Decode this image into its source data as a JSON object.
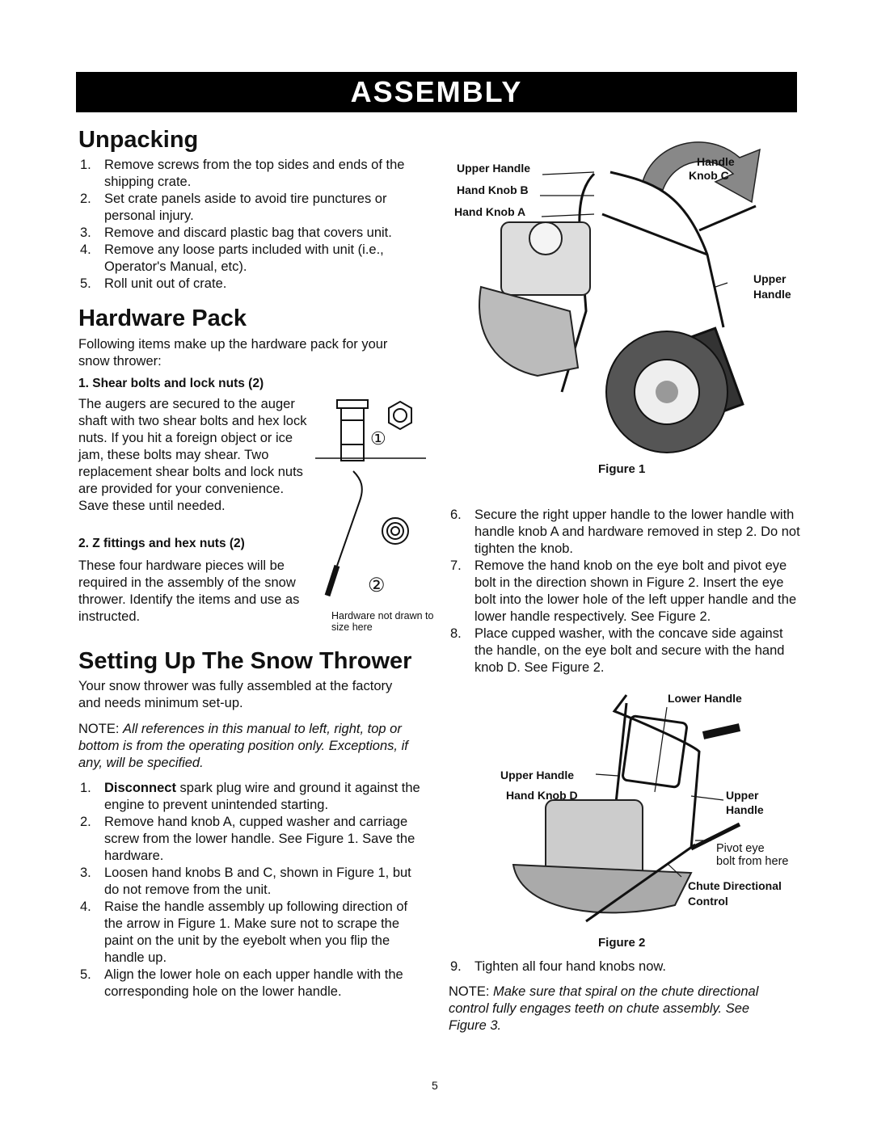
{
  "banner": "ASSEMBLY",
  "unpacking": {
    "title": "Unpacking",
    "items": [
      {
        "num": "1.",
        "text": "Remove screws from the top sides and ends of the shipping crate."
      },
      {
        "num": "2.",
        "text": "Set crate panels aside to avoid tire punctures or personal injury."
      },
      {
        "num": "3.",
        "text": "Remove and discard plastic bag that covers unit."
      },
      {
        "num": "4.",
        "text": "Remove any loose parts included with unit (i.e., Operator's Manual, etc)."
      },
      {
        "num": "5.",
        "text": "Roll unit out of crate."
      }
    ]
  },
  "hardware": {
    "title": "Hardware Pack",
    "intro": "Following items make up the hardware pack for your snow thrower:",
    "item1_title": "1. Shear bolts and lock nuts (2)",
    "item1_text": "The augers are secured to the auger shaft with two shear bolts and hex lock nuts. If you hit a foreign object or ice jam, these bolts may shear. Two replacement shear bolts and lock nuts are provided for your convenience. Save these until needed.",
    "item2_title": "2. Z fittings and hex nuts (2)",
    "item2_text": "These four hardware pieces will be required in the assembly of the snow thrower. Identify the items and use as instructed.",
    "callout1": "①",
    "callout2": "②",
    "note_small": "Hardware not drawn to size here"
  },
  "setup": {
    "title": "Setting Up The Snow Thrower",
    "intro": "Your snow thrower was fully assembled at the factory and needs minimum set-up.",
    "note_label": "NOTE:",
    "note_text": "All references in this manual to left, right, top or bottom is from the operating position only. Exceptions, if any, will be specified.",
    "items": [
      {
        "num": "1.",
        "bold": "Disconnect",
        "text": " spark plug wire and ground it against the engine to prevent unintended starting."
      },
      {
        "num": "2.",
        "bold": "",
        "text": "Remove hand knob A, cupped washer and carriage screw from the lower handle. See Figure 1. Save the hardware."
      },
      {
        "num": "3.",
        "bold": "",
        "text": "Loosen hand knobs B and C, shown in Figure 1, but do not remove from the unit."
      },
      {
        "num": "4.",
        "bold": "",
        "text": "Raise the handle assembly up following direction of the arrow in Figure 1. Make sure not to scrape the paint on the unit by the eyebolt when you flip the handle up."
      },
      {
        "num": "5.",
        "bold": "",
        "text": "Align the lower hole on each upper handle with the corresponding hole on the lower handle."
      }
    ]
  },
  "figure1": {
    "caption": "Figure 1",
    "labels": {
      "upper_handle": "Upper Handle",
      "hand_knob_b": "Hand Knob B",
      "hand_knob_a": "Hand Knob A",
      "handle_knob_c_1": "Handle",
      "handle_knob_c_2": "Knob C",
      "upper_right_1": "Upper",
      "upper_right_2": "Handle"
    }
  },
  "right_steps": [
    {
      "num": "6.",
      "text": "Secure the right upper handle to the lower handle with handle knob A and hardware removed in step 2. Do not tighten the knob."
    },
    {
      "num": "7.",
      "text": "Remove the hand knob on the eye bolt and pivot eye bolt in the direction shown in Figure 2. Insert the eye bolt into the lower hole of the left upper handle and the lower handle respectively. See Figure 2."
    },
    {
      "num": "8.",
      "text": "Place cupped washer, with the concave side against the handle, on the eye bolt and secure with the hand knob D. See Figure 2."
    }
  ],
  "figure2": {
    "caption": "Figure 2",
    "labels": {
      "lower_handle": "Lower Handle",
      "upper_handle": "Upper Handle",
      "hand_knob_d": "Hand Knob D",
      "upper_1": "Upper",
      "upper_2": "Handle",
      "pivot_1": "Pivot eye",
      "pivot_2": "bolt from here",
      "chute_1": "Chute Directional",
      "chute_2": "Control"
    }
  },
  "step9": {
    "num": "9.",
    "text": "Tighten all four hand knobs now."
  },
  "note2": {
    "label": "NOTE:",
    "text": "Make sure that spiral on the chute directional control fully engages teeth on chute assembly. See Figure 3."
  },
  "page_number": "5"
}
